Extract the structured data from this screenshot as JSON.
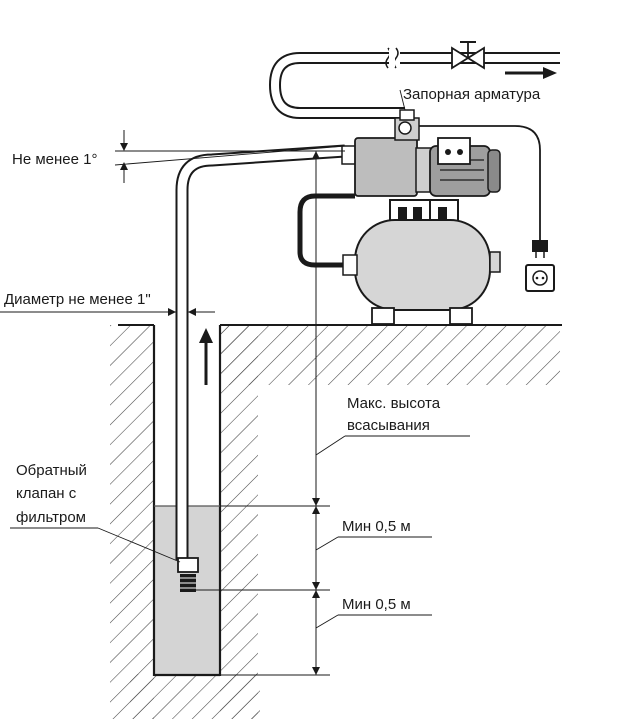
{
  "labels": {
    "shutoff_valve": "Запорная арматура",
    "angle": "Не менее 1°",
    "diameter": "Диаметр не менее 1\"",
    "max_suction_line1": "Макс. высота",
    "max_suction_line2": "всасывания",
    "check_valve_line1": "Обратный",
    "check_valve_line2": "клапан с",
    "check_valve_line3": "фильтром",
    "min_upper": "Мин 0,5 м",
    "min_lower": "Мин 0,5 м"
  },
  "colors": {
    "ink": "#1a1a1a",
    "water": "#d4d4d4",
    "pump_body": "#bdbdbd",
    "tank": "#d6d6d6"
  }
}
